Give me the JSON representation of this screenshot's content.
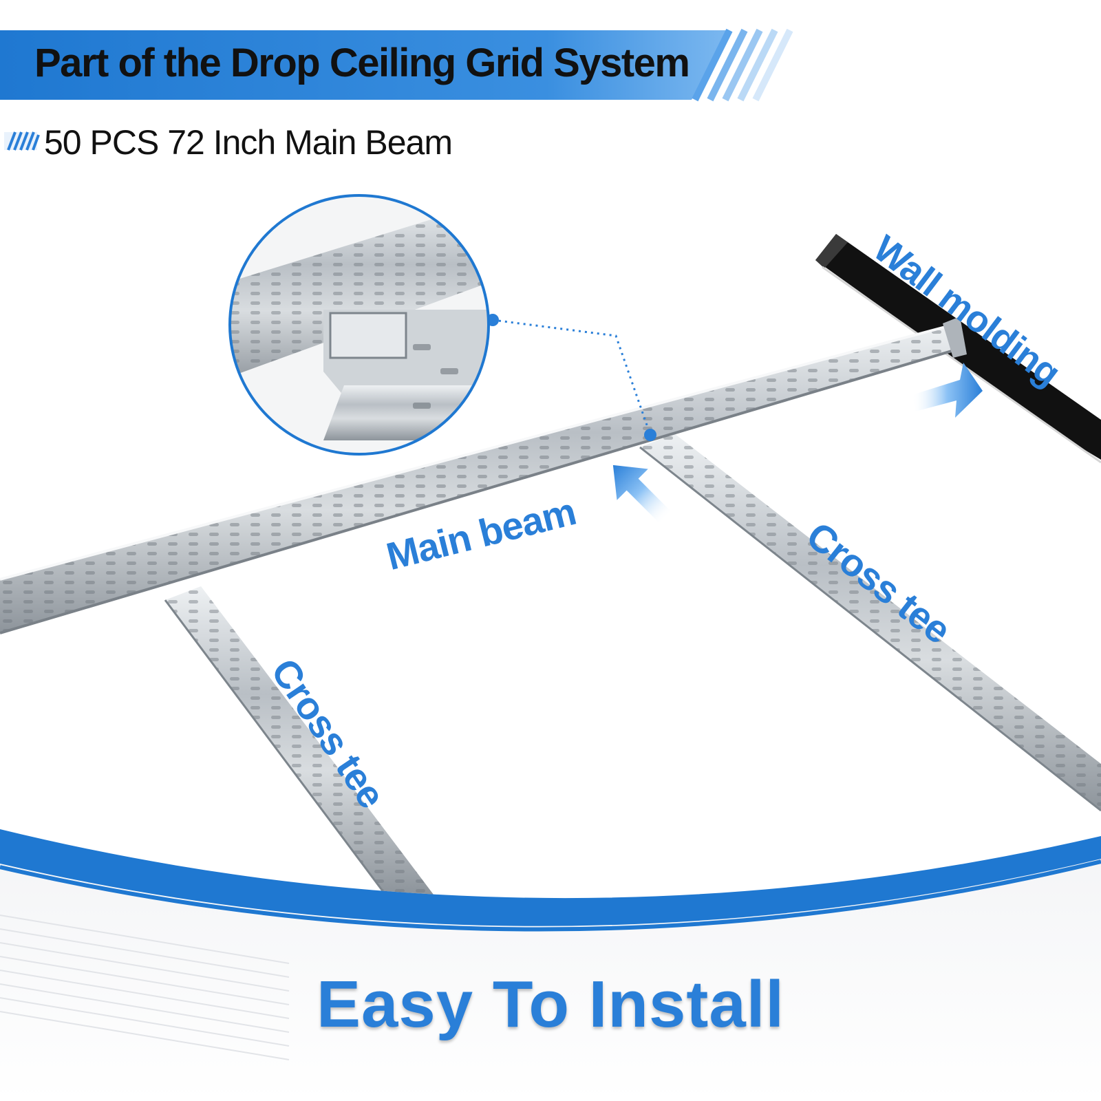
{
  "header": {
    "title": "Part of the Drop Ceiling Grid System"
  },
  "subtitle": {
    "text": "50 PCS 72 Inch Main Beam"
  },
  "labels": {
    "wall_molding": "Wall molding",
    "main_beam": "Main beam",
    "cross_tee_right": "Cross tee",
    "cross_tee_left": "Cross tee"
  },
  "footer": {
    "title": "Easy To Install"
  },
  "colors": {
    "accent": "#2a7fd8",
    "banner": "#1f78d1",
    "text_dark": "#111111",
    "wall_molding": "#111111",
    "metal": "#c4c9ce"
  },
  "icons": {
    "subtitle_marker": "diagonal-stripes-icon",
    "arrows": "pointer-arrow-icon",
    "zoom": "magnified-connector-detail"
  }
}
